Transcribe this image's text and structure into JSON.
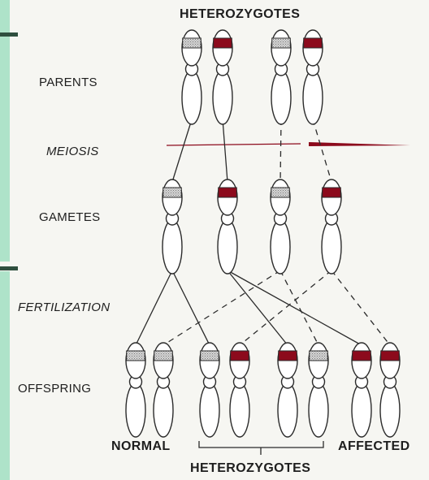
{
  "labels": {
    "top_title": "HETEROZYGOTES",
    "parents": "PARENTS",
    "meiosis": "MEIOSIS",
    "gametes": "GAMETES",
    "fertilization": "FERTILIZATION",
    "offspring": "OFFSPRING",
    "normal": "NORMAL",
    "affected": "AFFECTED",
    "bottom_title": "HETEROZYGOTES"
  },
  "colors": {
    "normal_allele": "#c9c9c9",
    "mutant_allele": "#8c0a1c",
    "outline": "#2b2b2b",
    "meiosis_line": "#8c0a1c"
  },
  "chromosomes": {
    "parents": [
      "normal",
      "mutant",
      "normal",
      "mutant"
    ],
    "gametes": [
      "normal",
      "mutant",
      "normal",
      "mutant"
    ],
    "offspring": [
      "normal",
      "normal",
      "normal",
      "mutant",
      "mutant",
      "normal",
      "mutant",
      "mutant"
    ]
  }
}
